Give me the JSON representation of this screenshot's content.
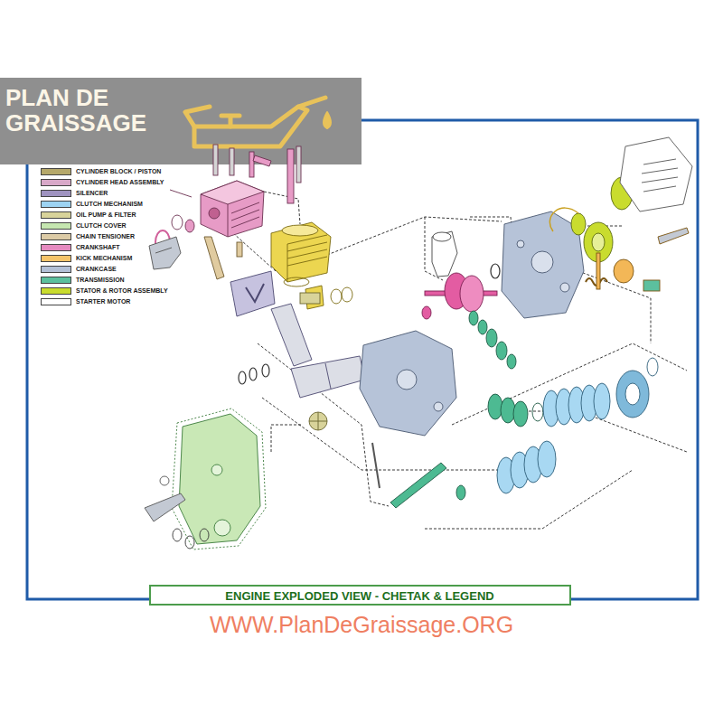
{
  "diagram": {
    "title": "ENGINE EXPLODED VIEW - CHETAK & LEGEND",
    "labels": [
      "PLAN DE GRAISSAGE",
      "WWW.PlanDeGraissage.ORG"
    ],
    "legend": [
      {
        "text": "CYLINDER BLOCK / PISTON",
        "color": "#b5a86a"
      },
      {
        "text": "CYLINDER HEAD ASSEMBLY",
        "color": "#d8a8c8"
      },
      {
        "text": "SILENCER",
        "color": "#9f93c0"
      },
      {
        "text": "CLUTCH MECHANISM",
        "color": "#9dd3f2"
      },
      {
        "text": "OIL PUMP & FILTER",
        "color": "#d8d39a"
      },
      {
        "text": "CLUTCH COVER",
        "color": "#c5e6b0"
      },
      {
        "text": "CHAIN TENSIONER",
        "color": "#dccba6"
      },
      {
        "text": "CRANKSHAFT",
        "color": "#e58ac0"
      },
      {
        "text": "KICK MECHANISM",
        "color": "#f5c46a"
      },
      {
        "text": "CRANKCASE",
        "color": "#b3c0d6"
      },
      {
        "text": "TRANSMISSION",
        "color": "#5cc09e"
      },
      {
        "text": "STATOR & ROTOR ASSEMBLY",
        "color": "#c9dc2e"
      },
      {
        "text": "STARTER MOTOR",
        "color": "#ffffff"
      }
    ]
  }
}
